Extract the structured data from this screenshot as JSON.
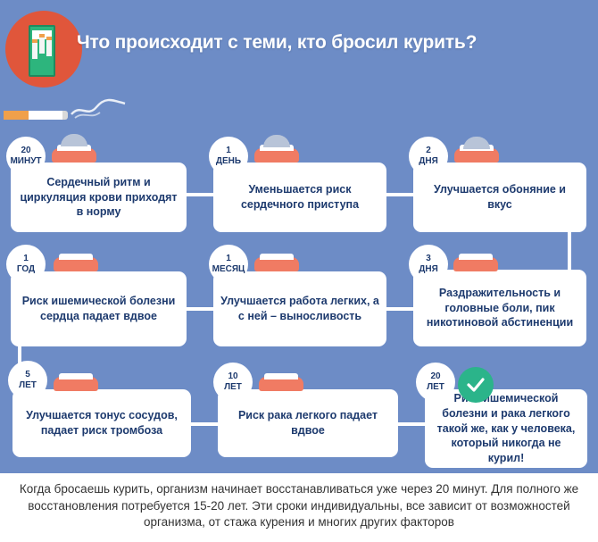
{
  "header": {
    "title": "Что происходит с теми, кто бросил курить?",
    "icon": "cigarette-pack-icon"
  },
  "steps": [
    {
      "period_num": "20",
      "period_unit": "МИНУТ",
      "text": "Сердечный ритм и циркуляция крови приходят в норму"
    },
    {
      "period_num": "1",
      "period_unit": "ДЕНЬ",
      "text": "Уменьшается риск сердечного приступа"
    },
    {
      "period_num": "2",
      "period_unit": "ДНЯ",
      "text": "Улучшается обоняние и вкус"
    },
    {
      "period_num": "1",
      "period_unit": "ГОД",
      "text": "Риск ишемической болезни сердца падает вдвое"
    },
    {
      "period_num": "1",
      "period_unit": "МЕСЯЦ",
      "text": "Улучшается работа легких, а с ней – выносливость"
    },
    {
      "period_num": "3",
      "period_unit": "ДНЯ",
      "text": "Раздражительность и головные боли, пик никотиновой абстиненции"
    },
    {
      "period_num": "5",
      "period_unit": "ЛЕТ",
      "text": "Улучшается тонус сосудов, падает риск тромбоза"
    },
    {
      "period_num": "10",
      "period_unit": "ЛЕТ",
      "text": "Риск рака легкого падает вдвое"
    },
    {
      "period_num": "20",
      "period_unit": "ЛЕТ",
      "text": "Риск ишемической болезни и рака легкого такой же, как у человека, который никогда не курил!"
    }
  ],
  "footer": {
    "text": "Когда бросаешь курить, организм начинает восстанавливаться уже через 20 минут. Для полного же восстановления потребуется 15-20 лет. Эти сроки индивидуальны, все зависит от возможностей организма, от стажа курения и многих других факторов"
  },
  "colors": {
    "background": "#6d8cc6",
    "card": "#ffffff",
    "text": "#1d3a6e",
    "accent": "#e0563b",
    "gum": "#f07b63",
    "check": "#2bb48a"
  }
}
